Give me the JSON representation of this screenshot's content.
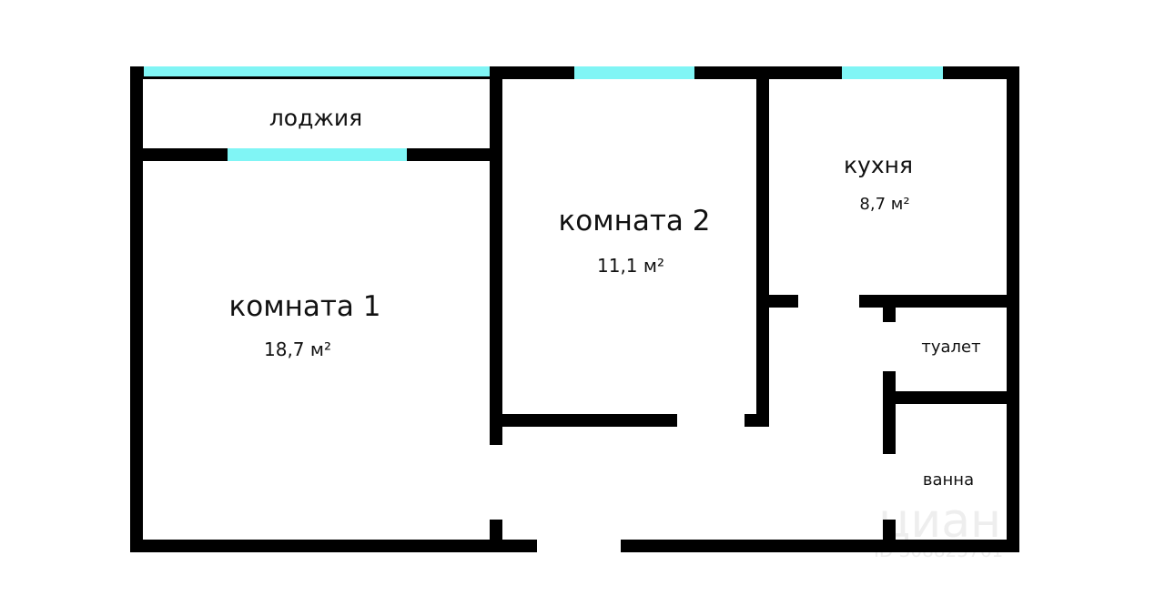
{
  "plan": {
    "colors": {
      "wall": "#000000",
      "window": "#80f5f5",
      "background": "#ffffff",
      "watermark": "#eeeeee"
    },
    "rooms": [
      {
        "id": "loggia",
        "name": "лоджия",
        "area": ""
      },
      {
        "id": "room1",
        "name": "комната 1",
        "area": "18,7 м²"
      },
      {
        "id": "room2",
        "name": "комната 2",
        "area": "11,1 м²"
      },
      {
        "id": "kitchen",
        "name": "кухня",
        "area": "8,7 м²"
      },
      {
        "id": "toilet",
        "name": "туалет",
        "area": ""
      },
      {
        "id": "bath",
        "name": "ванна",
        "area": ""
      }
    ],
    "watermark": {
      "brand": "циан",
      "listing_id": "ID 308825761"
    }
  }
}
